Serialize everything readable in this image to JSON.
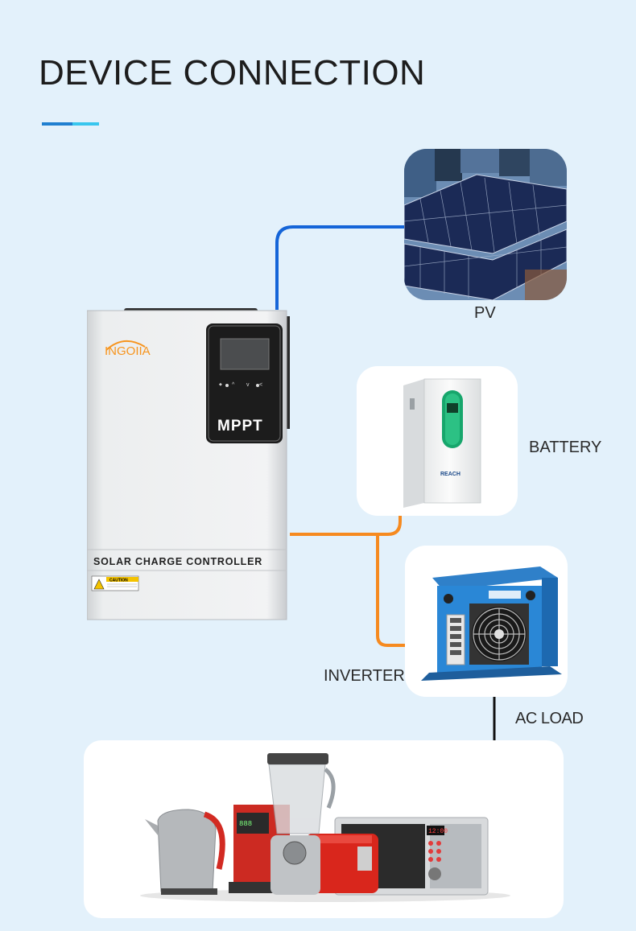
{
  "title": "DEVICE CONNECTION",
  "labels": {
    "pv": "PV",
    "battery": "BATTERY",
    "inverter": "INVERTER",
    "ac_load": "AC LOAD"
  },
  "controller": {
    "brand": "INGOIIA",
    "display_label": "MPPT",
    "name_strip": "SOLAR CHARGE CONTROLLER",
    "caution": "CAUTION"
  },
  "colors": {
    "background": "#e3f1fb",
    "pv_line": "#1565d8",
    "battery_line": "#f68a1f",
    "ac_line": "#111111",
    "accent_dark": "#1f7fd0",
    "accent_light": "#38c6ee"
  },
  "icons": [
    "solar-panel-photo",
    "battery-pack-photo",
    "inverter-photo",
    "home-appliances-photo",
    "charge-controller-photo"
  ]
}
